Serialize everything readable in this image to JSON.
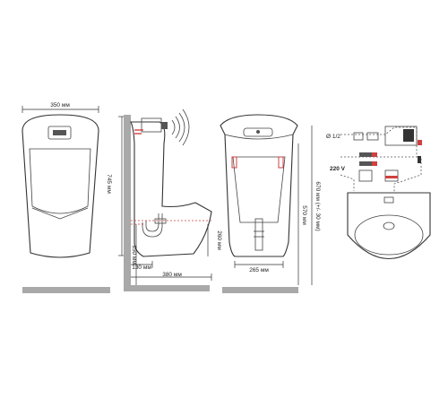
{
  "views": {
    "front": {
      "width_label": "350 мм",
      "height_label": "745 мм"
    },
    "side": {
      "left_height_label": "150 мм",
      "right_height_label": "260 мм",
      "base_small_label": "130 мм",
      "base_total_label": "380 мм"
    },
    "rear": {
      "width_label": "265 мм",
      "inner_height_label": "570 мм",
      "total_height_label": "670 мм (+/- 30 мм)"
    },
    "parts": {
      "thread_label": "Ø 1/2",
      "voltage_label": "220 V"
    }
  },
  "colors": {
    "wall": "#a9a9a9",
    "accent": "#d04040",
    "outline": "#333333"
  }
}
